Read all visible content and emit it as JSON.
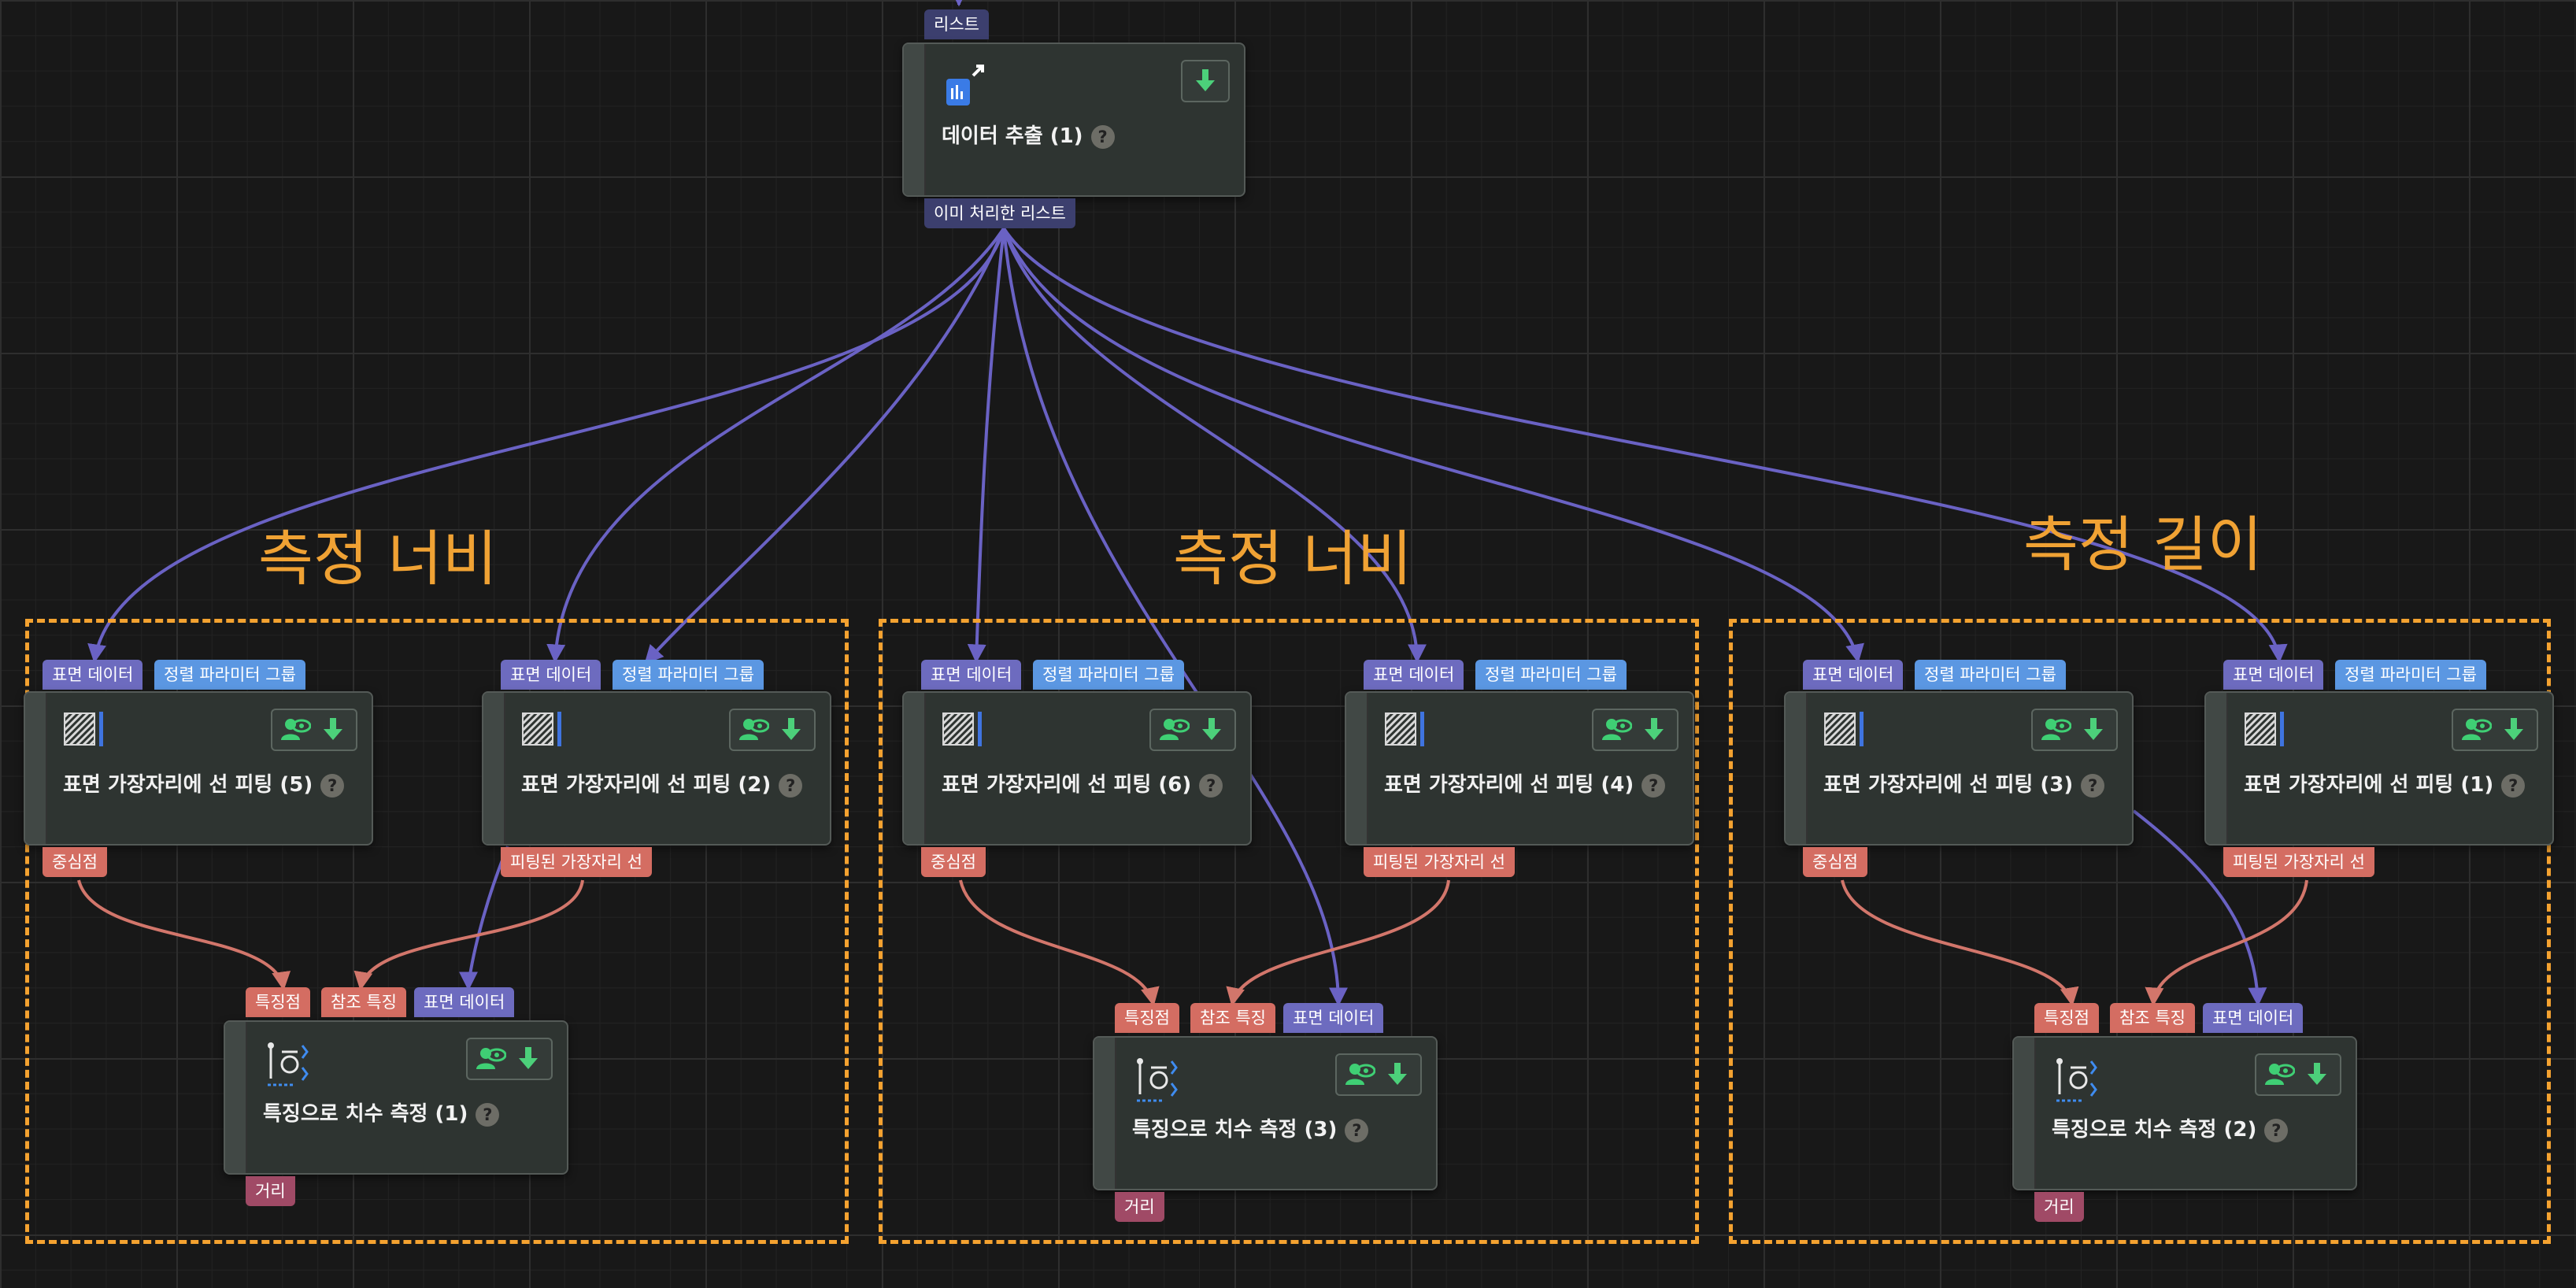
{
  "canvas": {
    "wire_colors": {
      "flow": "#6a62c4",
      "feature": "#d2766b"
    },
    "accent_colors": {
      "group_border": "#f4a230",
      "port_surface": "#6d6bbf",
      "port_param": "#5b97e2",
      "port_feature": "#d46d62",
      "port_distance": "#a04a66"
    }
  },
  "groups": [
    {
      "label": "측정 너비"
    },
    {
      "label": "측정 너비"
    },
    {
      "label": "측정 길이"
    }
  ],
  "extract": {
    "title": "데이터 추출 (1)",
    "input_port": "리스트",
    "output_port": "이미 처리한 리스트",
    "icon": "data-extract-icon"
  },
  "fit_nodes": [
    {
      "title": "표면 가장자리에 선 피팅 (5)",
      "in_surface": "표면 데이터",
      "in_param": "정렬 파라미터 그룹",
      "out": "중심점"
    },
    {
      "title": "표면 가장자리에 선 피팅 (2)",
      "in_surface": "표면 데이터",
      "in_param": "정렬 파라미터 그룹",
      "out": "피팅된 가장자리 선"
    },
    {
      "title": "표면 가장자리에 선 피팅 (6)",
      "in_surface": "표면 데이터",
      "in_param": "정렬 파라미터 그룹",
      "out": "중심점"
    },
    {
      "title": "표면 가장자리에 선 피팅 (4)",
      "in_surface": "표면 데이터",
      "in_param": "정렬 파라미터 그룹",
      "out": "피팅된 가장자리 선"
    },
    {
      "title": "표면 가장자리에 선 피팅 (3)",
      "in_surface": "표면 데이터",
      "in_param": "정렬 파라미터 그룹",
      "out": "중심점"
    },
    {
      "title": "표면 가장자리에 선 피팅 (1)",
      "in_surface": "표면 데이터",
      "in_param": "정렬 파라미터 그룹",
      "out": "피팅된 가장자리 선"
    }
  ],
  "measure_nodes": [
    {
      "title": "특징으로 치수 측정 (1)",
      "in_feature": "특징점",
      "in_ref": "참조 특징",
      "in_surface": "표면 데이터",
      "out": "거리"
    },
    {
      "title": "특징으로 치수 측정 (3)",
      "in_feature": "특징점",
      "in_ref": "참조 특징",
      "in_surface": "표면 데이터",
      "out": "거리"
    },
    {
      "title": "특징으로 치수 측정 (2)",
      "in_feature": "특징점",
      "in_ref": "참조 특징",
      "in_surface": "표면 데이터",
      "out": "거리"
    }
  ],
  "help_symbol": "?",
  "icons": {
    "fit_node": "surface-edge-icon",
    "measure_node": "dimension-measure-icon",
    "visibility": "eye-person-icon",
    "download": "download-arrow-icon"
  }
}
